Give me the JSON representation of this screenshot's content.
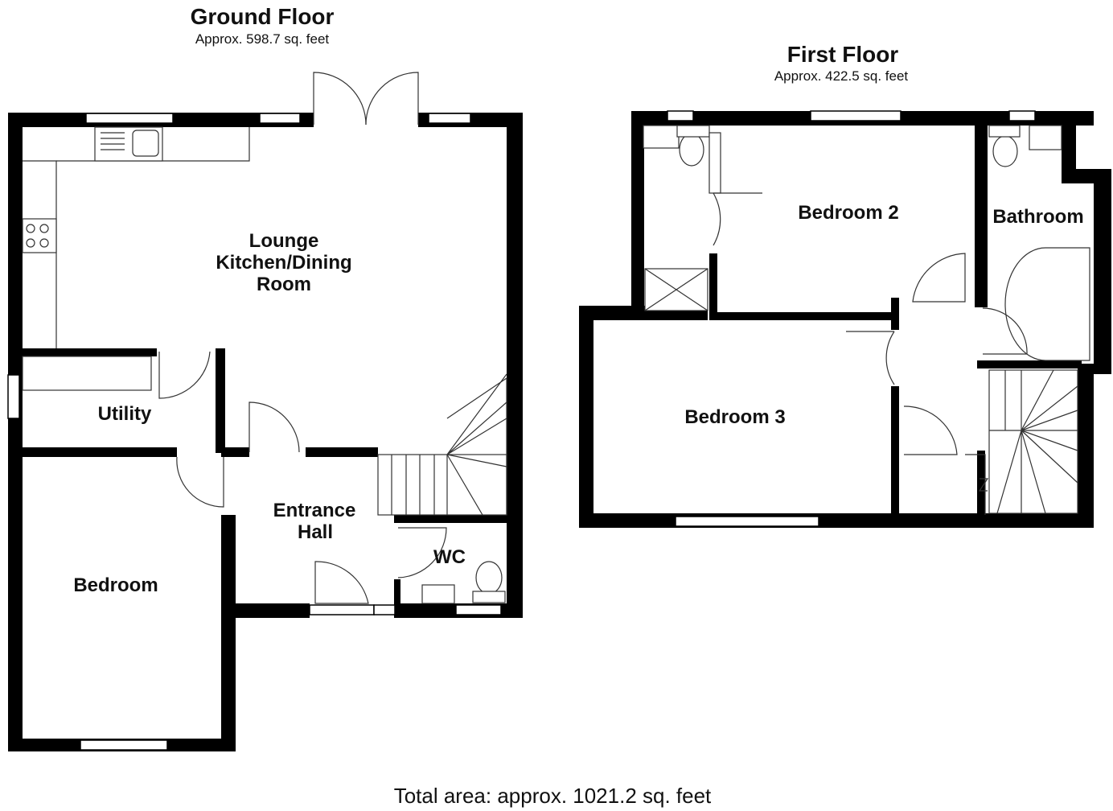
{
  "ground_floor": {
    "title": "Ground Floor",
    "area": "Approx. 598.7 sq. feet",
    "rooms": {
      "lounge_line1": "Lounge",
      "lounge_line2": "Kitchen/Dining",
      "lounge_line3": "Room",
      "utility": "Utility",
      "entrance_line1": "Entrance",
      "entrance_line2": "Hall",
      "wc": "WC",
      "bedroom": "Bedroom"
    }
  },
  "first_floor": {
    "title": "First Floor",
    "area": "Approx. 422.5 sq. feet",
    "rooms": {
      "bedroom2": "Bedroom 2",
      "bathroom": "Bathroom",
      "bedroom3": "Bedroom 3"
    }
  },
  "total_area": "Total area: approx. 1021.2 sq. feet",
  "colors": {
    "wall": "#000000",
    "background": "#ffffff",
    "text": "#111111"
  }
}
